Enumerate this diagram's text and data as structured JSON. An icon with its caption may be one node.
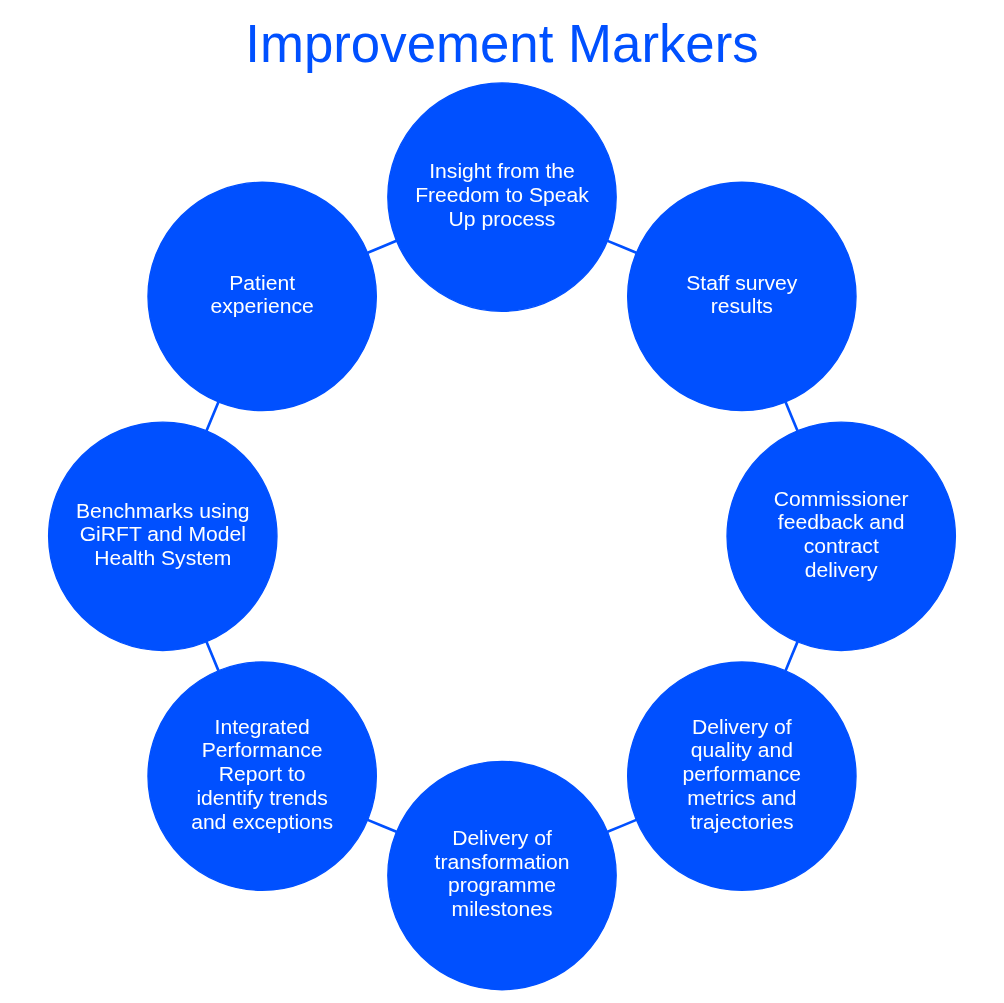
{
  "diagram": {
    "title": "Improvement Markers",
    "nodes": [
      {
        "text": [
          "Delivery of quality and performance metrics and trajectories"
        ]
      },
      {
        "text": [
          "Delivery of transformation programme milestones"
        ]
      },
      {
        "text": [
          "Integrated Performance Report to identify trends and exceptions"
        ]
      },
      {
        "text": [
          "Benchmarks using GiRFT and Model Health System"
        ]
      },
      {
        "text": [
          "Patient experience"
        ]
      },
      {
        "text": [
          "Insight from the Freedom to Speak Up process"
        ]
      },
      {
        "text": [
          "Staff survey results"
        ]
      },
      {
        "text": [
          "Commissioner feedback and contract delivery"
        ]
      }
    ],
    "edges": [
      {
        "from": 0,
        "to": 1,
        "arrow": "none"
      },
      {
        "from": 1,
        "to": 2,
        "arrow": "none"
      },
      {
        "from": 2,
        "to": 3,
        "arrow": "none"
      },
      {
        "from": 3,
        "to": 4,
        "arrow": "none"
      },
      {
        "from": 4,
        "to": 5,
        "arrow": "none"
      },
      {
        "from": 5,
        "to": 6,
        "arrow": "none"
      },
      {
        "from": 6,
        "to": 7,
        "arrow": "none"
      },
      {
        "from": 7,
        "to": 0,
        "arrow": "none"
      }
    ]
  }
}
